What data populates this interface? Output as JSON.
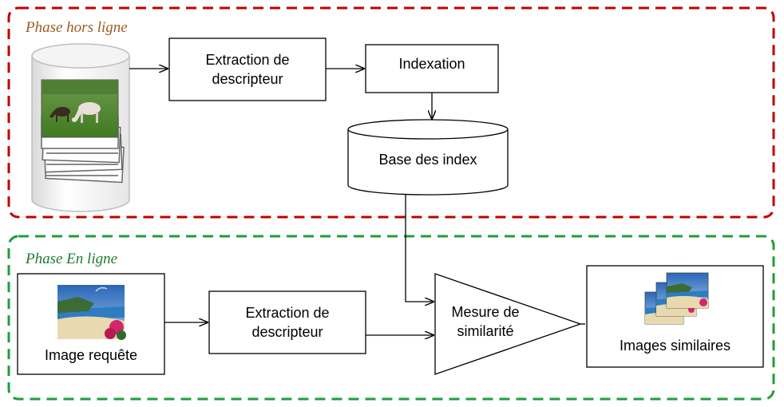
{
  "diagram": {
    "offline_phase": {
      "label": "Phase hors ligne",
      "border_color": "#c00000",
      "label_color": "#9a5a1e",
      "nodes": {
        "image_database": {
          "shape": "cylinder",
          "content": "stack of photos (horse in field)"
        },
        "extraction": {
          "label": "Extraction de descripteur"
        },
        "indexation": {
          "label": "Indexation"
        },
        "index_base": {
          "label": "Base des index",
          "shape": "cylinder"
        }
      }
    },
    "online_phase": {
      "label": "Phase En ligne",
      "border_color": "#1e9e3c",
      "label_color": "#1e7a2e",
      "nodes": {
        "query_image": {
          "label": "Image requête",
          "content": "beach landscape photo"
        },
        "extraction": {
          "label": "Extraction de descripteur"
        },
        "similarity": {
          "label": "Mesure de similarité",
          "shape": "triangle"
        },
        "similar_images": {
          "label": "Images similaires",
          "content": "stack of beach photos"
        }
      }
    },
    "edges": [
      [
        "image_database",
        "offline_extraction"
      ],
      [
        "offline_extraction",
        "indexation"
      ],
      [
        "indexation",
        "index_base"
      ],
      [
        "index_base",
        "similarity"
      ],
      [
        "query_image",
        "online_extraction"
      ],
      [
        "online_extraction",
        "similarity"
      ],
      [
        "similarity",
        "similar_images"
      ]
    ]
  }
}
